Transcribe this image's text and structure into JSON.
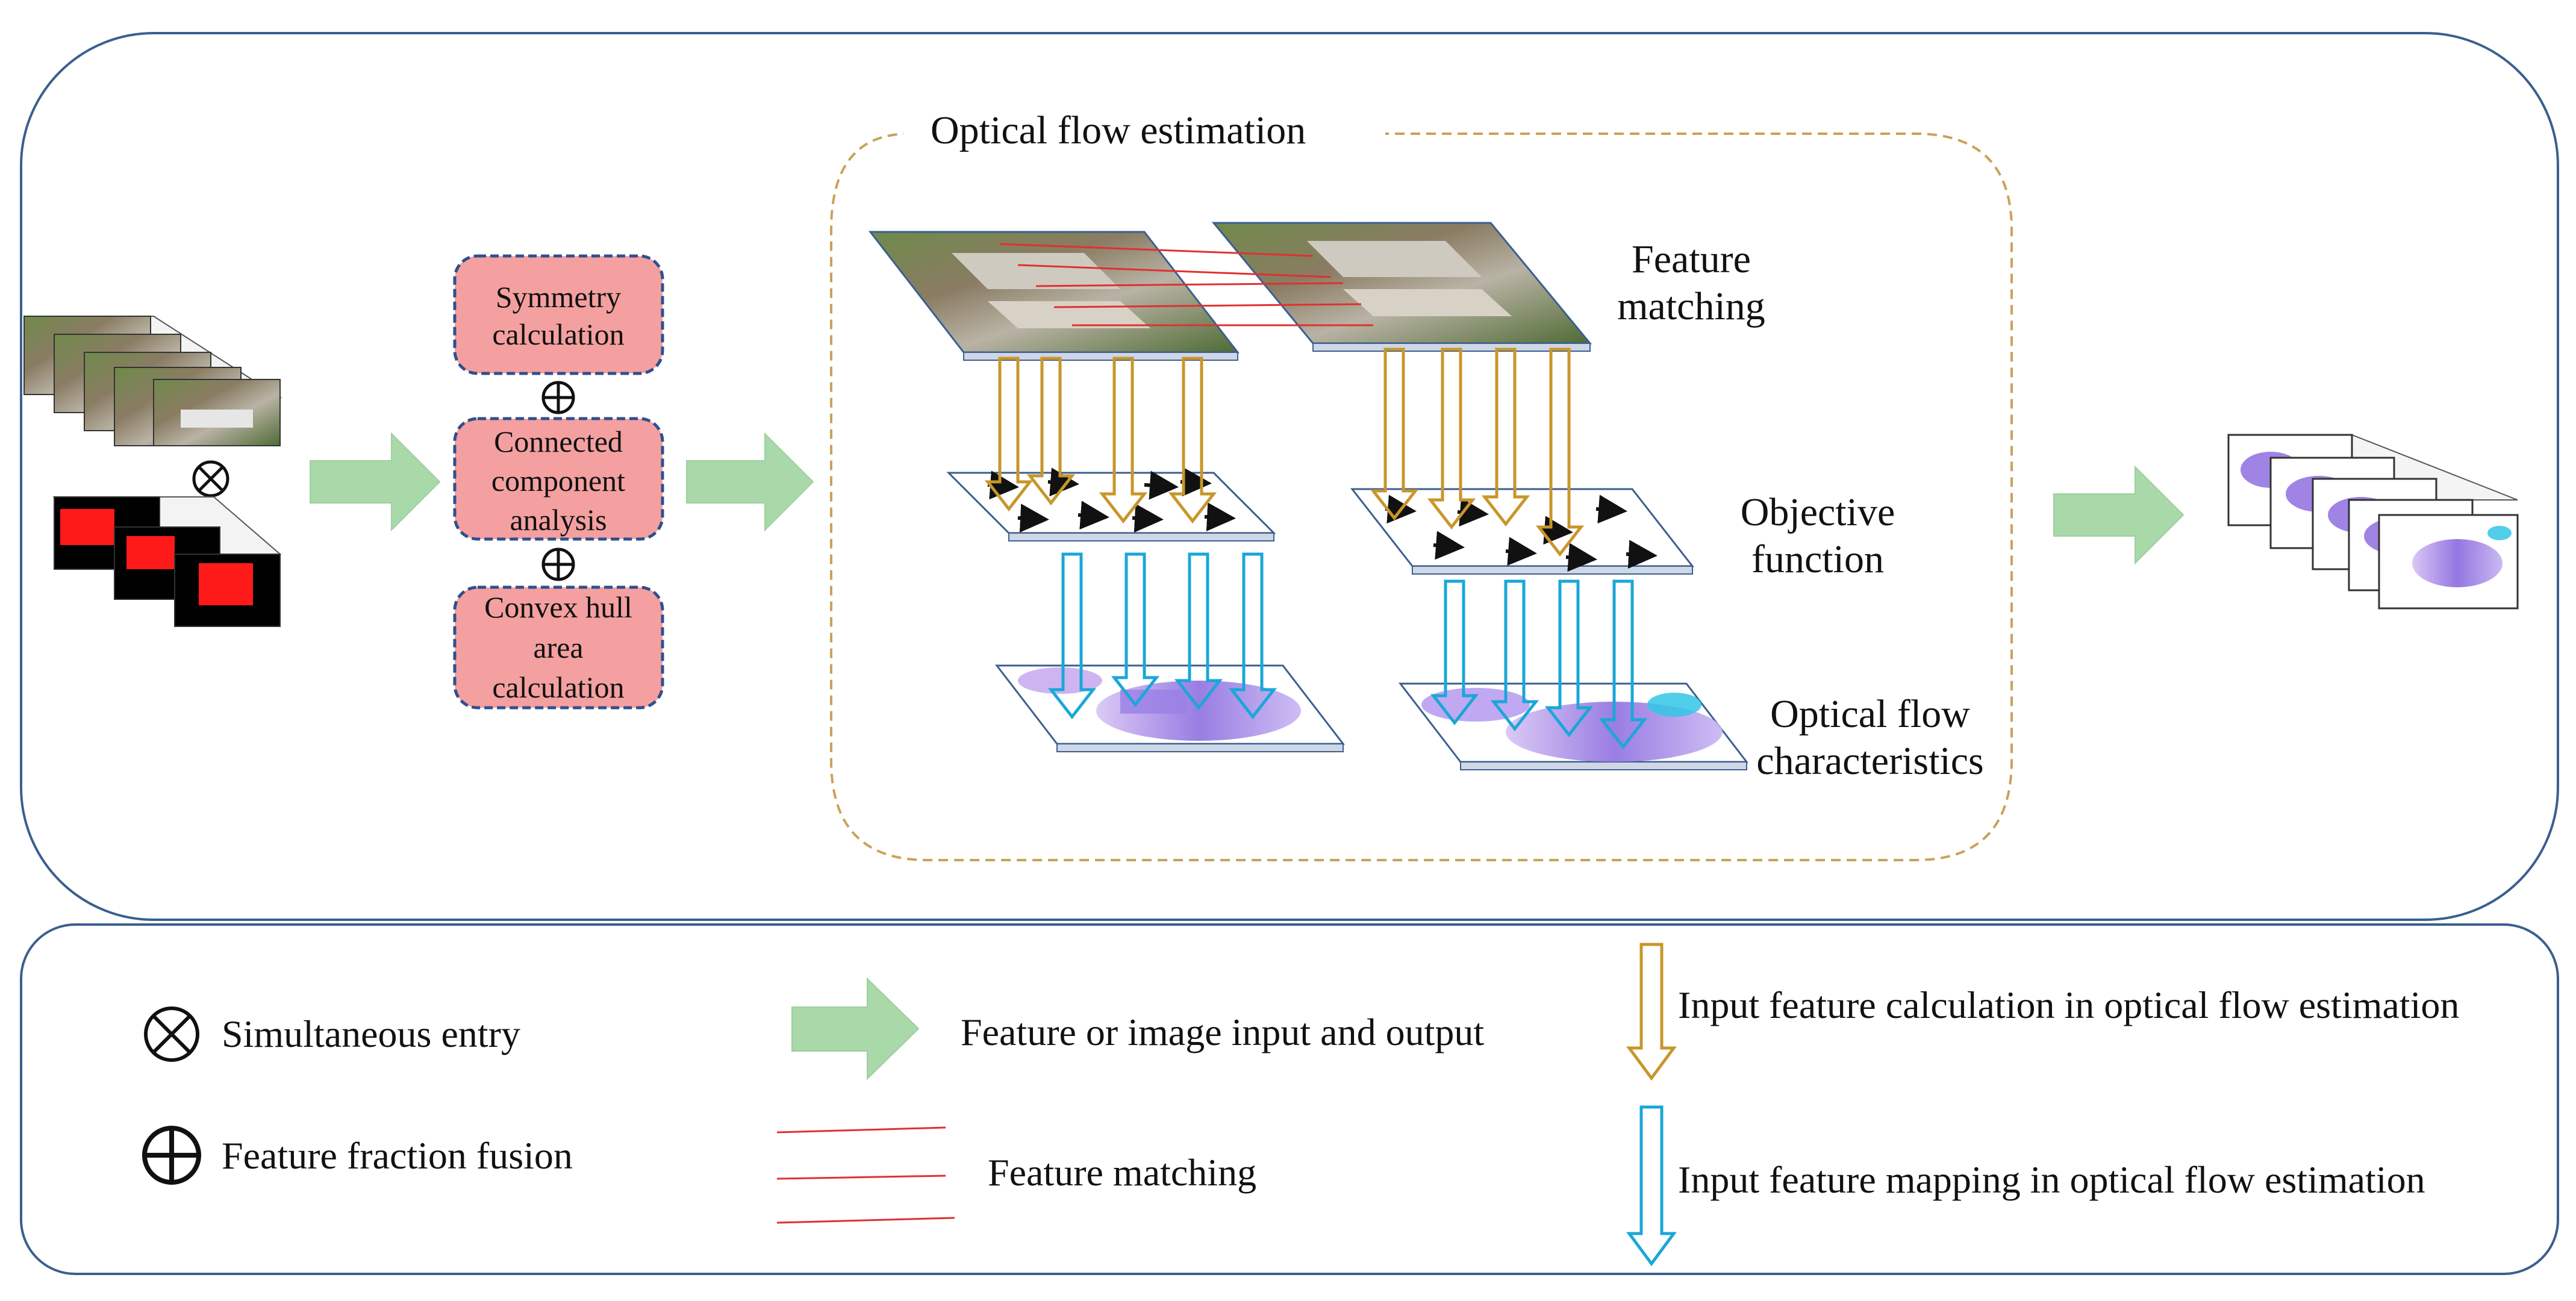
{
  "title": "Optical flow estimation",
  "pipeline": {
    "boxes": [
      "Symmetry calculation",
      "Connected component analysis",
      "Convex hull area calculation"
    ],
    "box_lines": [
      [
        "Symmetry",
        "calculation"
      ],
      [
        "Connected",
        "component",
        "analysis"
      ],
      [
        "Convex hull",
        "area",
        "calculation"
      ]
    ]
  },
  "stages": {
    "feature_matching": [
      "Feature",
      "matching"
    ],
    "objective_function": [
      "Objective",
      "function"
    ],
    "optical_flow_characteristics": [
      "Optical flow",
      "characteristics"
    ]
  },
  "legend": {
    "simultaneous_entry": "Simultaneous entry",
    "feature_fraction_fusion": "Feature fraction fusion",
    "feature_io": "Feature or image input and output",
    "feature_matching": "Feature matching",
    "input_feature_calculation": "Input feature calculation in optical flow estimation",
    "input_feature_mapping": "Input feature mapping in optical flow estimation"
  },
  "colors": {
    "outer_border": "#3a5f8f",
    "dashed_region": "#c9a25a",
    "pink_box_fill": "#f4a0a0",
    "pink_box_border": "#2f4f8f",
    "green_arrow": "#a9d8a9",
    "gold_arrow": "#c8962a",
    "cyan_arrow": "#1aa7d8",
    "red_line": "#e03030",
    "plane_edge": "#3a5f8f"
  },
  "icons": [
    "otimes-icon",
    "oplus-icon",
    "green-arrow-icon",
    "red-lines-icon",
    "gold-arrow-icon",
    "cyan-arrow-icon"
  ]
}
